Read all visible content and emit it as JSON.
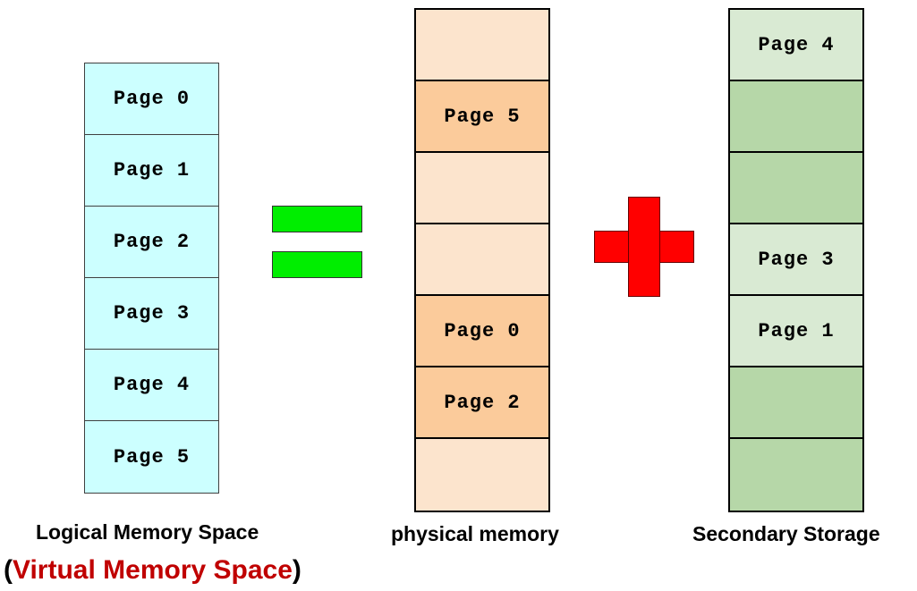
{
  "logical_memory": {
    "caption": "Logical Memory Space",
    "subcaption_open": "(",
    "subcaption_highlight": "Virtual Memory Space",
    "subcaption_close": ")",
    "pages": [
      "Page 0",
      "Page 1",
      "Page 2",
      "Page 3",
      "Page 4",
      "Page 5"
    ]
  },
  "physical_memory": {
    "caption": "physical memory",
    "frames": [
      {
        "label": "",
        "state": "free"
      },
      {
        "label": "Page 5",
        "state": "used"
      },
      {
        "label": "",
        "state": "free"
      },
      {
        "label": "",
        "state": "free"
      },
      {
        "label": "Page 0",
        "state": "used"
      },
      {
        "label": "Page 2",
        "state": "used"
      },
      {
        "label": "",
        "state": "free"
      }
    ]
  },
  "secondary_storage": {
    "caption": "Secondary Storage",
    "blocks": [
      {
        "label": "Page 4",
        "state": "light"
      },
      {
        "label": "",
        "state": "dark"
      },
      {
        "label": "",
        "state": "dark"
      },
      {
        "label": "Page 3",
        "state": "light"
      },
      {
        "label": "Page 1",
        "state": "light"
      },
      {
        "label": "",
        "state": "dark"
      },
      {
        "label": "",
        "state": "dark"
      }
    ]
  },
  "colors": {
    "logical_cell": "#ccffff",
    "physical_free": "#fce4cd",
    "physical_used": "#fbcb9b",
    "storage_light": "#d9ead3",
    "storage_dark": "#b6d7a8",
    "equals_sign": "#00ee00",
    "plus_sign": "#ff0000",
    "highlight_text": "#c00000"
  },
  "symbols": {
    "equals": "equals-icon",
    "plus": "plus-icon"
  }
}
